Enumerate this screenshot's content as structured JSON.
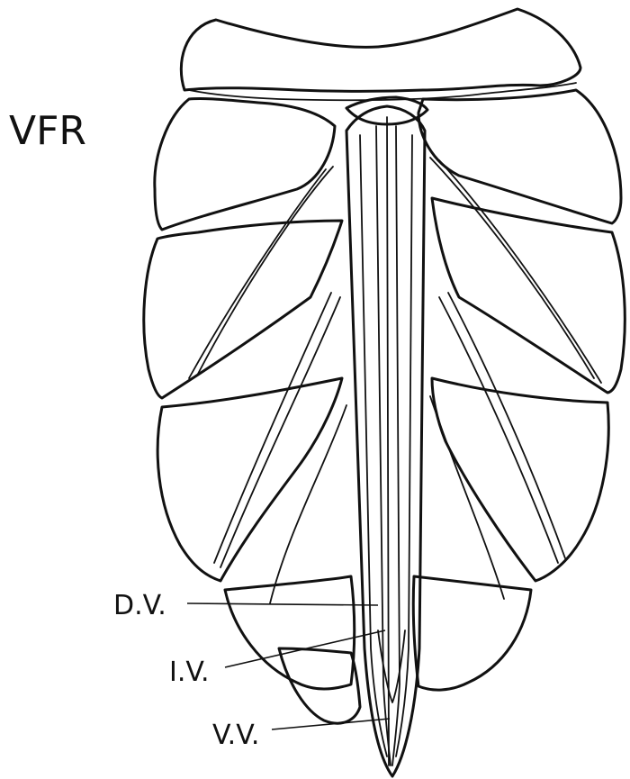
{
  "figure": {
    "title": "VFR",
    "labels": {
      "dv": "D.V.",
      "iv": "I.V.",
      "vv": "V.V."
    }
  }
}
